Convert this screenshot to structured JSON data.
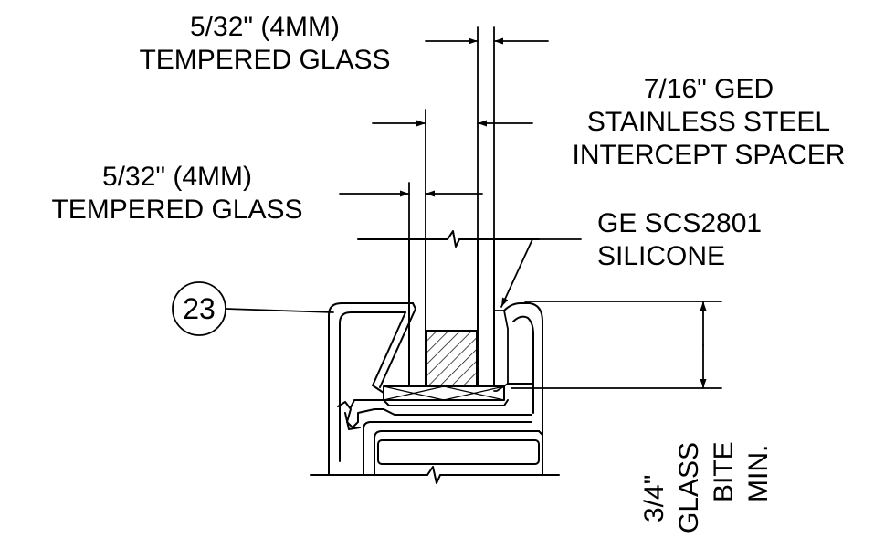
{
  "labels": {
    "glass_outer_line1": "5/32\" (4MM)",
    "glass_outer_line2": "TEMPERED GLASS",
    "glass_inner_line1": "5/32\" (4MM)",
    "glass_inner_line2": "TEMPERED GLASS",
    "spacer_line1": "7/16\" GED",
    "spacer_line2": "STAINLESS STEEL",
    "spacer_line3": "INTERCEPT SPACER",
    "silicone_line1": "GE SCS2801",
    "silicone_line2": "SILICONE",
    "callout_number": "23",
    "bite_line1": "3/4\"",
    "bite_line2": "GLASS",
    "bite_line3": "BITE",
    "bite_line4": "MIN."
  },
  "colors": {
    "ink": "#000000",
    "background": "#ffffff"
  }
}
